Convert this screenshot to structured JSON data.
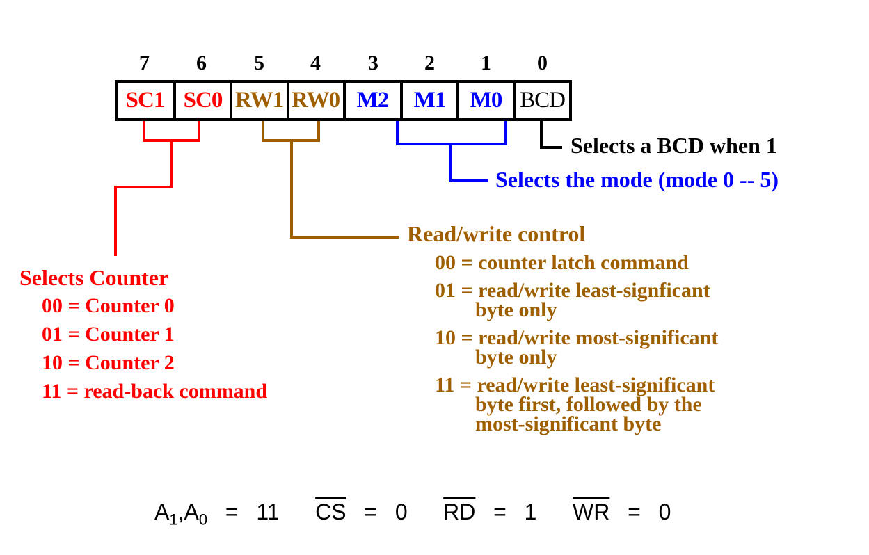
{
  "colors": {
    "select_counter": "#ff0000",
    "read_write": "#9f5f00",
    "mode": "#0000ff",
    "bcd": "#000000"
  },
  "register": {
    "bit_numbers": [
      "7",
      "6",
      "5",
      "4",
      "3",
      "2",
      "1",
      "0"
    ],
    "fields": [
      {
        "label": "SC1",
        "group": "select_counter"
      },
      {
        "label": "SC0",
        "group": "select_counter"
      },
      {
        "label": "RW1",
        "group": "read_write"
      },
      {
        "label": "RW0",
        "group": "read_write"
      },
      {
        "label": "M2",
        "group": "mode"
      },
      {
        "label": "M1",
        "group": "mode"
      },
      {
        "label": "M0",
        "group": "mode"
      },
      {
        "label": "BCD",
        "group": "bcd"
      }
    ]
  },
  "annotations": {
    "bcd": "Selects a BCD when 1",
    "mode": "Selects the mode (mode 0 -- 5)",
    "read_write": {
      "title": "Read/write control",
      "items": [
        {
          "code": "00",
          "lines": [
            "00 = counter latch command"
          ]
        },
        {
          "code": "01",
          "lines": [
            "01 = read/write least-signficant",
            "byte only"
          ]
        },
        {
          "code": "10",
          "lines": [
            "10 = read/write most-significant",
            "byte only"
          ]
        },
        {
          "code": "11",
          "lines": [
            "11 = read/write least-significant",
            "byte first, followed by the",
            "most-significant byte"
          ]
        }
      ]
    },
    "select_counter": {
      "title": "Selects Counter",
      "items": [
        "00 = Counter 0",
        "01 = Counter 1",
        "10 = Counter 2",
        "11 = read-back command"
      ]
    }
  },
  "signals": {
    "address": {
      "a1": "A",
      "a1_sub": "1",
      "sep": ",",
      "a0": "A",
      "a0_sub": "0",
      "eq": "=",
      "value": "11"
    },
    "cs": {
      "name": "CS",
      "eq": "=",
      "value": "0"
    },
    "rd": {
      "name": "RD",
      "eq": "=",
      "value": "1"
    },
    "wr": {
      "name": "WR",
      "eq": "=",
      "value": "0"
    }
  }
}
